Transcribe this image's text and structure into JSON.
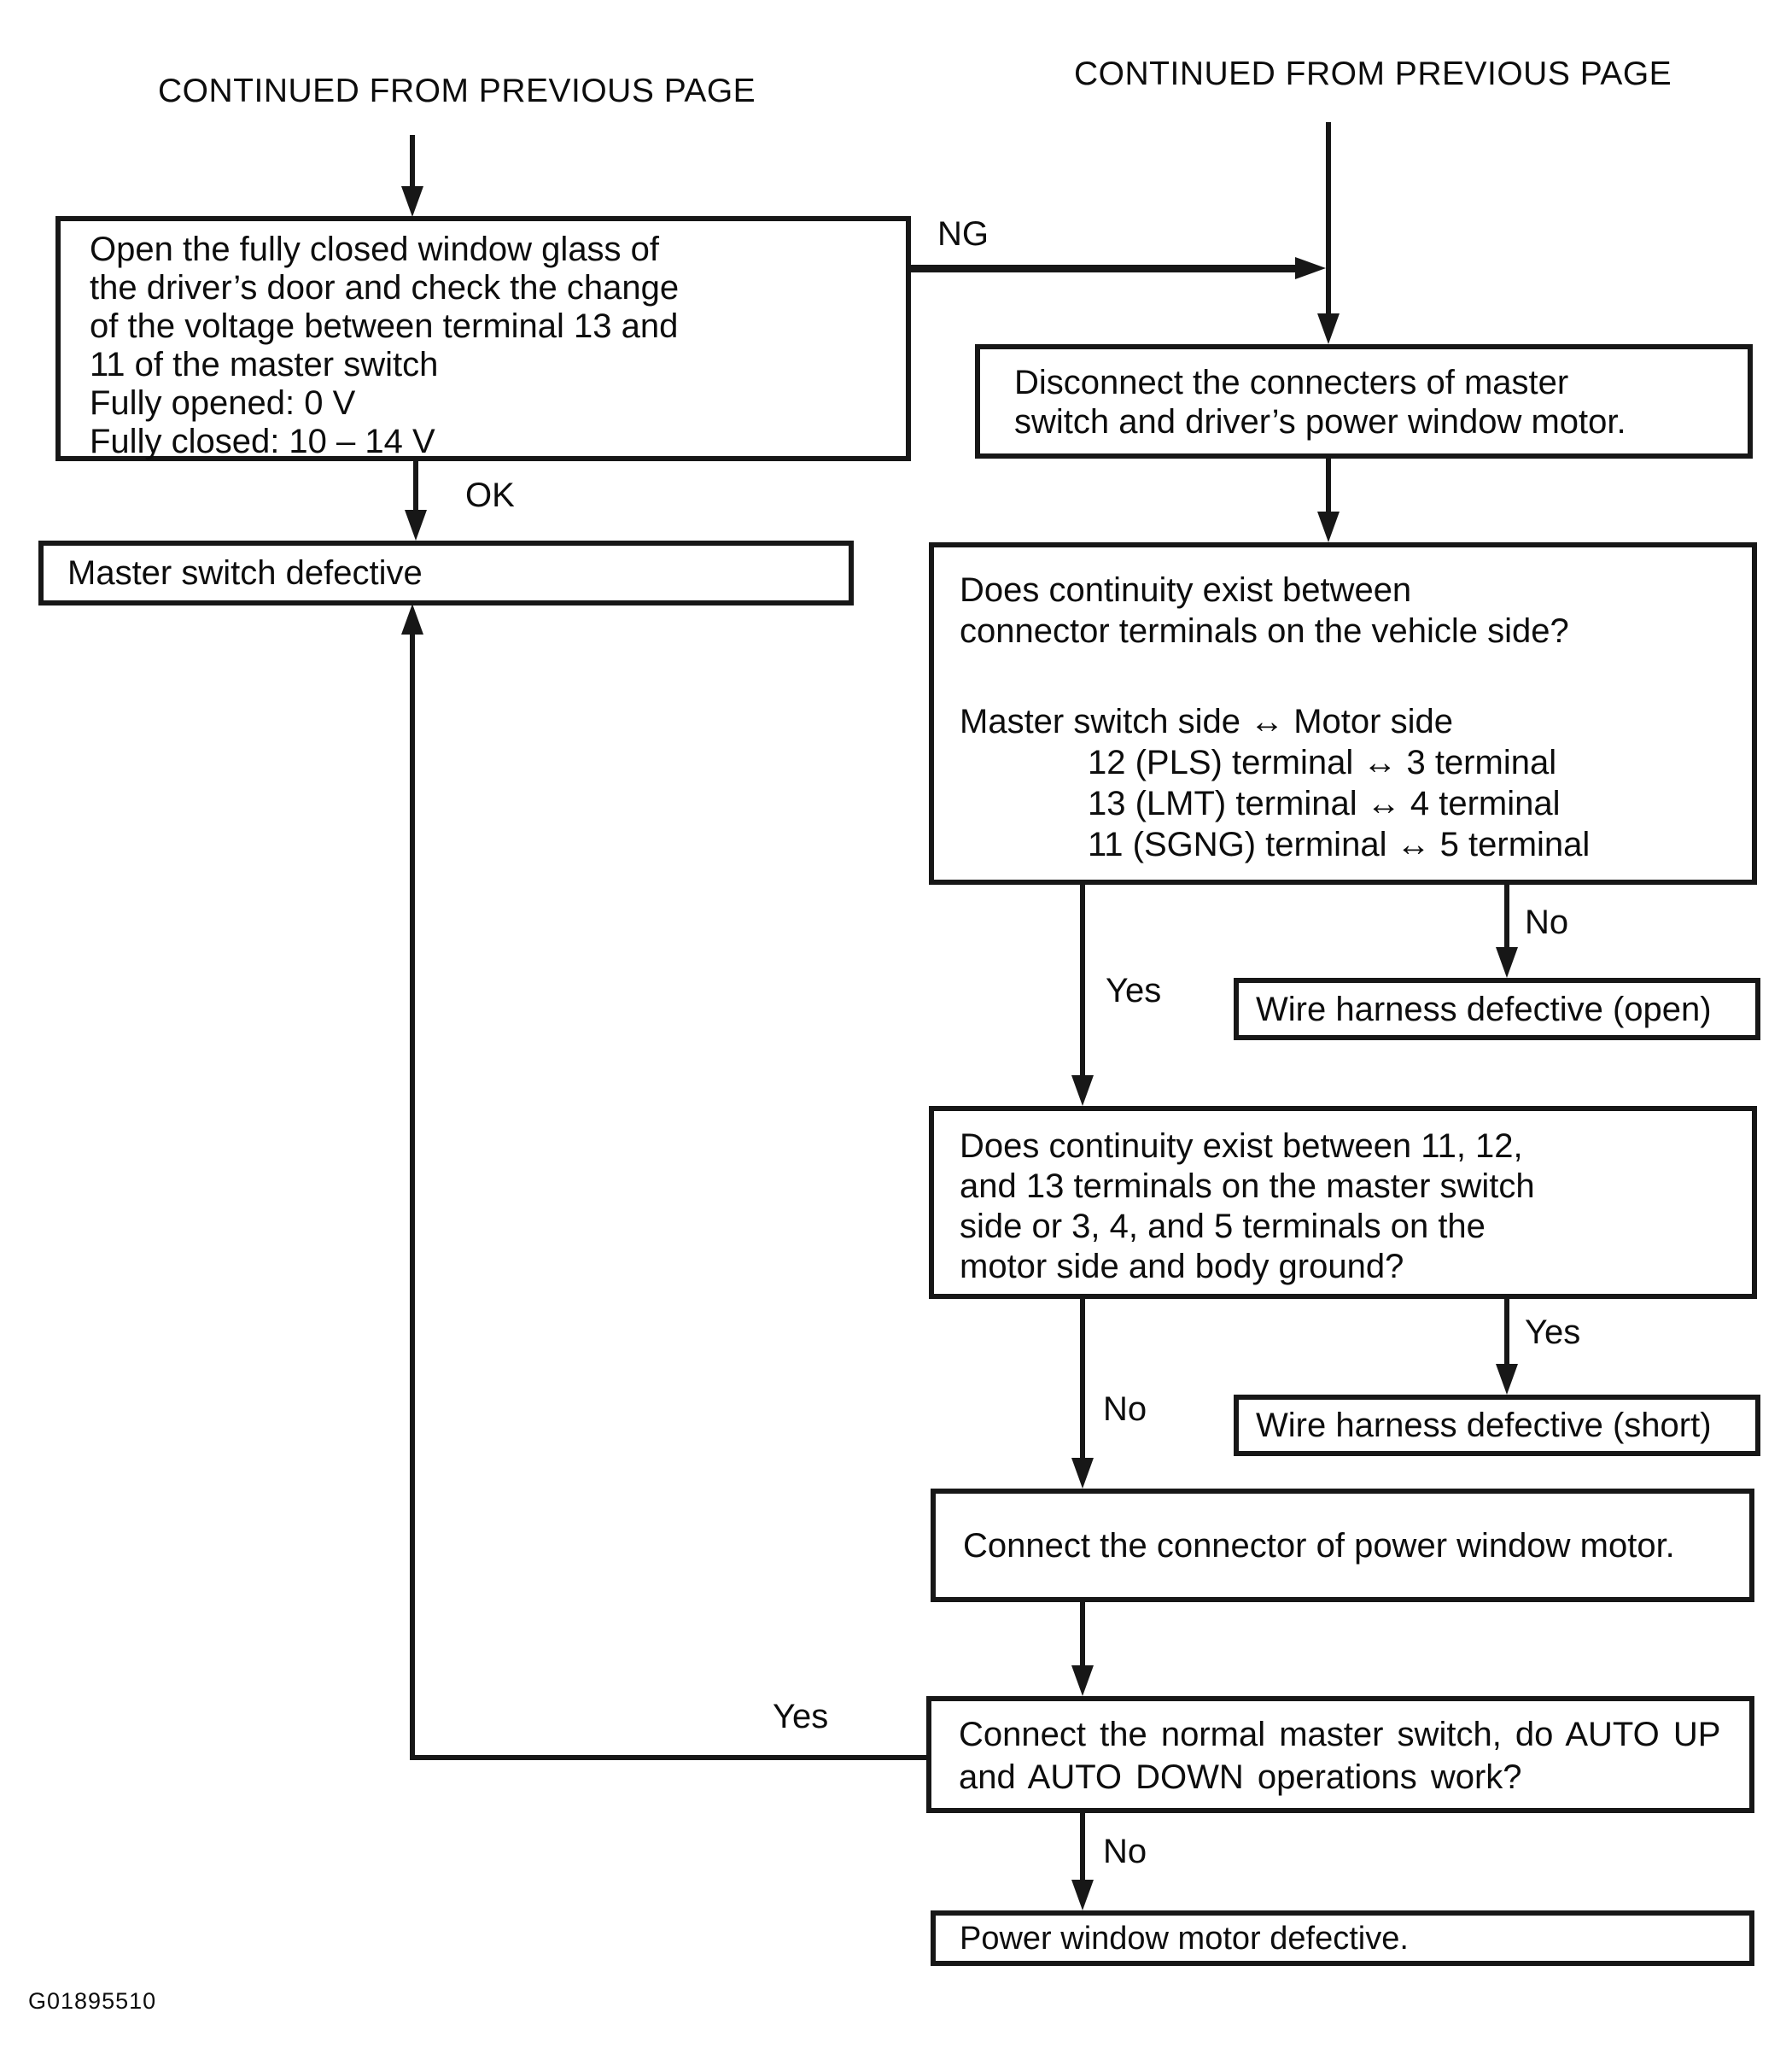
{
  "page": {
    "header_left": "CONTINUED FROM PREVIOUS PAGE",
    "header_right": "CONTINUED FROM PREVIOUS PAGE",
    "figure_id": "G01895510"
  },
  "labels": {
    "ng": "NG",
    "ok": "OK",
    "yes_vehicle": "Yes",
    "no_vehicle": "No",
    "no_ground": "No",
    "yes_ground": "Yes",
    "yes_feedback": "Yes",
    "no_final": "No"
  },
  "boxes": {
    "open_window": {
      "lines": [
        "Open the fully closed window glass of",
        "the driver’s door and check the change",
        "of the voltage between terminal 13 and",
        "11 of the master switch",
        "Fully opened: 0 V",
        "Fully closed: 10 – 14 V"
      ]
    },
    "disconnect": {
      "lines": [
        "Disconnect the connecters of master",
        "switch and driver’s power window motor."
      ]
    },
    "master_defective": {
      "text": "Master switch defective"
    },
    "continuity_vehicle": {
      "lines": [
        "Does continuity exist between",
        "connector terminals on the vehicle side?"
      ],
      "mapping_title": "Master switch side ↔ Motor side",
      "mappings": [
        "12 (PLS) terminal ↔ 3 terminal",
        "13 (LMT) terminal ↔ 4 terminal",
        "11 (SGNG) terminal ↔ 5 terminal"
      ]
    },
    "harness_open": {
      "text": "Wire harness defective (open)"
    },
    "continuity_ground": {
      "lines": [
        "Does continuity exist between 11, 12,",
        "and 13 terminals on the master switch",
        "side or 3, 4, and 5 terminals on the",
        "motor side and body ground?"
      ]
    },
    "harness_short": {
      "text": "Wire harness defective (short)"
    },
    "connect_connector": {
      "text": "Connect the connector of power window motor."
    },
    "connect_normal": {
      "lines": [
        "Connect the normal master switch, do AUTO UP",
        "and AUTO DOWN operations work?"
      ]
    },
    "motor_defective": {
      "text": "Power window motor defective."
    }
  }
}
